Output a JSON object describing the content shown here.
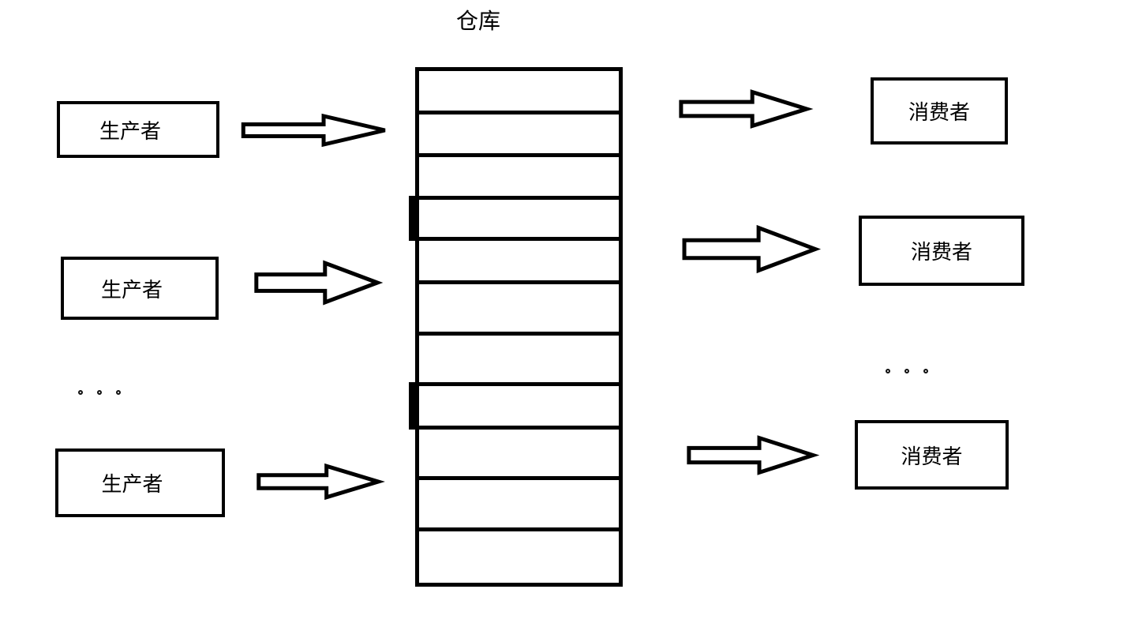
{
  "diagram": {
    "title": "仓库",
    "colors": {
      "background": "#ffffff",
      "stroke": "#000000",
      "fill": "#ffffff"
    },
    "producers": [
      {
        "label": "生产者"
      },
      {
        "label": "生产者"
      },
      {
        "label": "生产者"
      }
    ],
    "consumers": [
      {
        "label": "消费者"
      },
      {
        "label": "消费者"
      },
      {
        "label": "消费者"
      }
    ],
    "producers_ellipsis": "。。。",
    "consumers_ellipsis": "。。。",
    "warehouse": {
      "slot_count": 11,
      "slots_empty": true
    },
    "arrows": {
      "icon": "right-block-arrow",
      "producer_to_warehouse": 3,
      "warehouse_to_consumer": 3,
      "direction": "right"
    }
  }
}
